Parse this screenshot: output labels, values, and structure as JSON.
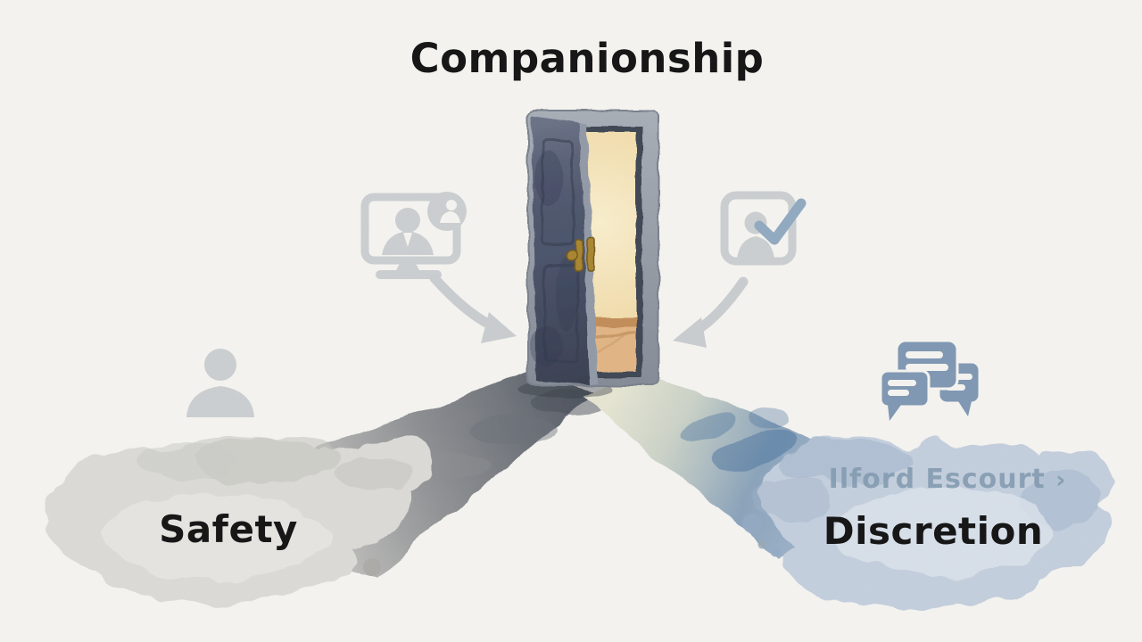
{
  "title": "Companionship",
  "paths": {
    "left": {
      "label": "Safety"
    },
    "right": {
      "label": "Discretion"
    }
  },
  "watermark": {
    "text": "Ilford Escourt",
    "arrow": "›"
  },
  "icons": {
    "video_call": "monitor with person and call badge",
    "verified_profile": "profile photo frame with checkmark",
    "person": "person silhouette",
    "chat": "three chat bubbles",
    "left_arrow": "curved arrow pointing down-right to door",
    "right_arrow": "curved arrow pointing down-left to door"
  },
  "colors": {
    "background": "#f6f5f1",
    "ink": "#171717",
    "door_frame": "#9aa1ac",
    "door_inner": "#3c4452",
    "door_leaf": "#4d566f",
    "door_edge": "#9099a6",
    "interior_glow": "#f3deae",
    "floor_amber": "#e2b584",
    "handle_brass": "#a9852f",
    "icon_gray": "#c9cdd0",
    "accent_blue": "#7e97b3",
    "check_blue": "#8ba6bf",
    "path_gray_dark": "#565c66",
    "path_gray_light": "#dcdbd7",
    "path_blue": "#8aa3bb",
    "path_blue_light": "#c4cfde",
    "watermark": "#7e96ac"
  }
}
